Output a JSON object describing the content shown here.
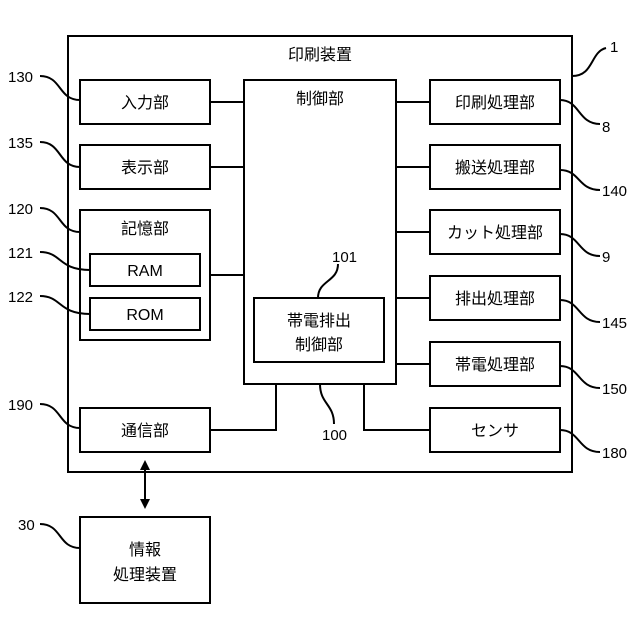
{
  "device": {
    "title": "印刷装置",
    "ref": "1"
  },
  "controller": {
    "label": "制御部",
    "ref": "100"
  },
  "charge_control": {
    "line1": "帯電排出",
    "line2": "制御部",
    "ref": "101"
  },
  "input": {
    "label": "入力部",
    "ref": "130"
  },
  "display": {
    "label": "表示部",
    "ref": "135"
  },
  "storage": {
    "label": "記憶部",
    "ref": "120"
  },
  "ram": {
    "label": "RAM",
    "ref": "121"
  },
  "rom": {
    "label": "ROM",
    "ref": "122"
  },
  "comm": {
    "label": "通信部",
    "ref": "190"
  },
  "print_proc": {
    "label": "印刷処理部",
    "ref": "8"
  },
  "transport_proc": {
    "label": "搬送処理部",
    "ref": "140"
  },
  "cut_proc": {
    "label": "カット処理部",
    "ref": "9"
  },
  "discharge_proc": {
    "label": "排出処理部",
    "ref": "145"
  },
  "charge_proc": {
    "label": "帯電処理部",
    "ref": "150"
  },
  "sensor": {
    "label": "センサ",
    "ref": "180"
  },
  "info": {
    "line1": "情報",
    "line2": "処理装置",
    "ref": "30"
  }
}
